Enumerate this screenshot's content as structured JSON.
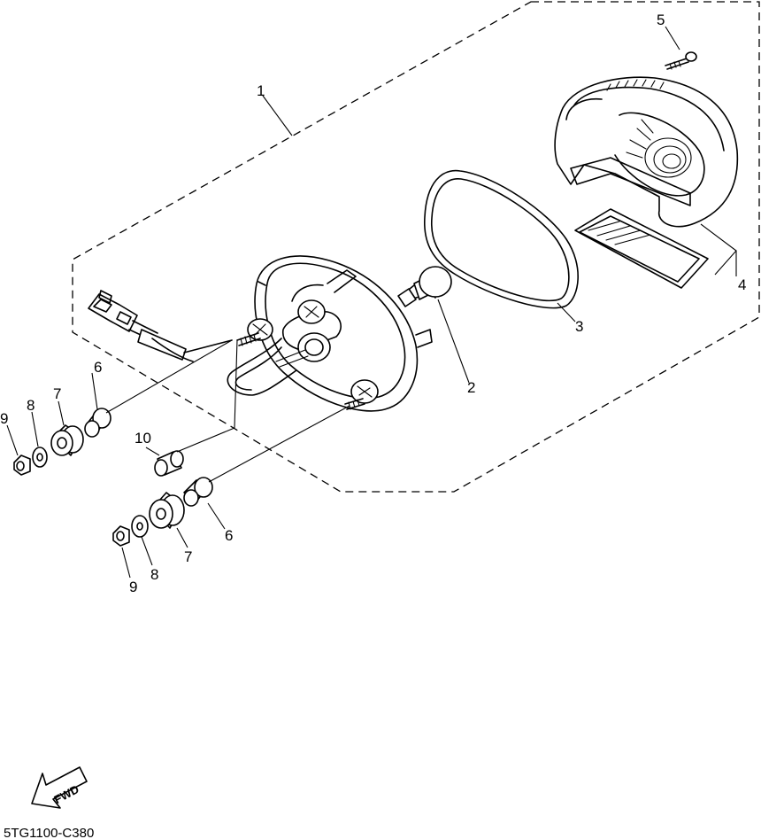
{
  "diagram": {
    "part_labels": {
      "p1": "1",
      "p2": "2",
      "p3": "3",
      "p4": "4",
      "p5": "5",
      "p6a": "6",
      "p6b": "6",
      "p7a": "7",
      "p7b": "7",
      "p8a": "8",
      "p8b": "8",
      "p9a": "9",
      "p9b": "9",
      "p10": "10"
    },
    "direction_marker": "FWD",
    "drawing_code": "5TG1100-C380"
  }
}
